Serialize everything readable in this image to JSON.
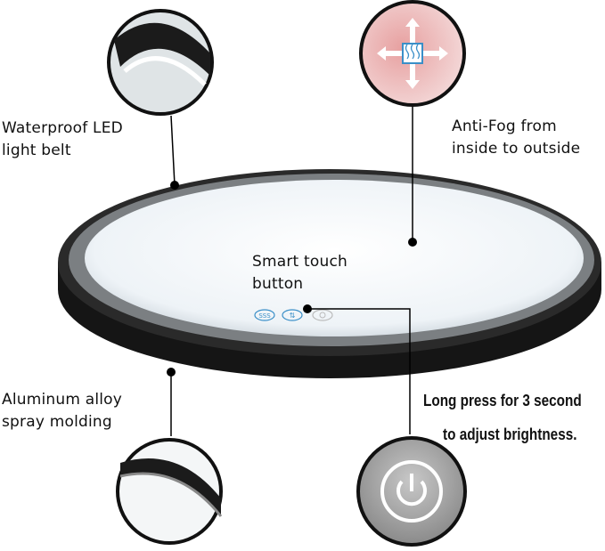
{
  "callouts": {
    "led": {
      "line1": "Waterproof LED",
      "line2": "light belt"
    },
    "antifog": {
      "line1": "Anti-Fog from",
      "line2": "inside to outside"
    },
    "touch": {
      "line1": "Smart touch",
      "line2": "button"
    },
    "frame": {
      "line1": "Aluminum alloy",
      "line2": "spray molding"
    },
    "brightness": {
      "line1": "Long press  for 3 second",
      "line2": "to adjust brightness."
    }
  },
  "touch_buttons": [
    "SSS",
    "⇅",
    "power"
  ],
  "colors": {
    "frame": "#1a1a1a",
    "mirror": "#f4f8fb",
    "accent": "#3a8fc8"
  }
}
